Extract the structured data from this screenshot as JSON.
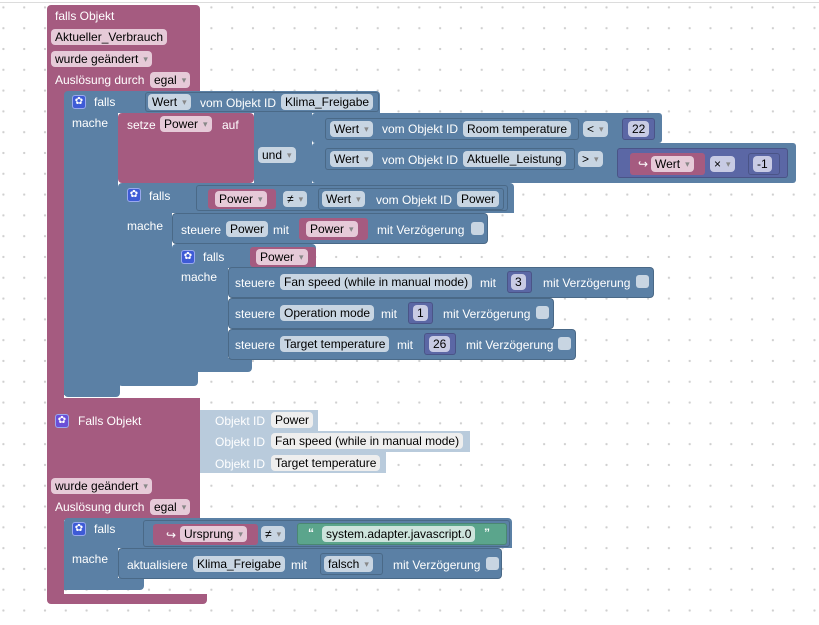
{
  "colors": {
    "event": "#a55b80",
    "logic": "#5b80a5",
    "math": "#5b67a5",
    "text": "#5ba58c",
    "object_id": "#b9cbdc"
  },
  "trigger1": {
    "title": "falls Objekt",
    "object": "Aktueller_Verbrauch",
    "condition": "wurde geändert",
    "trigger_by_label": "Auslösung durch",
    "trigger_by_value": "egal",
    "if_block": {
      "falls_label": "falls",
      "mache_label": "mache",
      "condition": {
        "field": "Wert",
        "of_label": "vom Objekt ID",
        "object": "Klima_Freigabe"
      },
      "set_block": {
        "setze_label": "setze",
        "variable": "Power",
        "auf_label": "auf",
        "logic_op": "und",
        "compare1": {
          "field": "Wert",
          "of_label": "vom Objekt ID",
          "object": "Room temperature",
          "op": "<",
          "value": "22"
        },
        "compare2": {
          "field": "Wert",
          "of_label": "vom Objekt ID",
          "object": "Aktuelle_Leistung",
          "op": ">",
          "arith_var": "Wert",
          "arith_op": "×",
          "arith_value": "-1"
        }
      },
      "inner_if": {
        "falls_label": "falls",
        "mache_label": "mache",
        "left_var": "Power",
        "op": "≠",
        "right": {
          "field": "Wert",
          "of_label": "vom Objekt ID",
          "object": "Power"
        },
        "control": {
          "steuere_label": "steuere",
          "object": "Power",
          "mit_label": "mit",
          "value_var": "Power",
          "delay_label": "mit Verzögerung"
        },
        "nested_if": {
          "falls_label": "falls",
          "mache_label": "mache",
          "condition_var": "Power",
          "controls": [
            {
              "steuere_label": "steuere",
              "object": "Fan speed (while in manual mode)",
              "mit_label": "mit",
              "value": "3",
              "delay_label": "mit Verzögerung"
            },
            {
              "steuere_label": "steuere",
              "object": "Operation mode",
              "mit_label": "mit",
              "value": "1",
              "delay_label": "mit Verzögerung"
            },
            {
              "steuere_label": "steuere",
              "object": "Target temperature",
              "mit_label": "mit",
              "value": "26",
              "delay_label": "mit Verzögerung"
            }
          ]
        }
      }
    }
  },
  "trigger2": {
    "title": "Falls Objekt",
    "objects": [
      {
        "label": "Objekt ID",
        "value": "Power"
      },
      {
        "label": "Objekt ID",
        "value": "Fan speed (while in manual mode)"
      },
      {
        "label": "Objekt ID",
        "value": "Target temperature"
      }
    ],
    "condition": "wurde geändert",
    "trigger_by_label": "Auslösung durch",
    "trigger_by_value": "egal",
    "if_block": {
      "falls_label": "falls",
      "mache_label": "mache",
      "left_var": "Ursprung",
      "op": "≠",
      "open_quote": "“",
      "text_value": "system.adapter.javascript.0",
      "close_quote": "”",
      "update": {
        "label": "aktualisiere",
        "object": "Klima_Freigabe",
        "mit_label": "mit",
        "value": "falsch",
        "delay_label": "mit Verzögerung"
      }
    }
  }
}
